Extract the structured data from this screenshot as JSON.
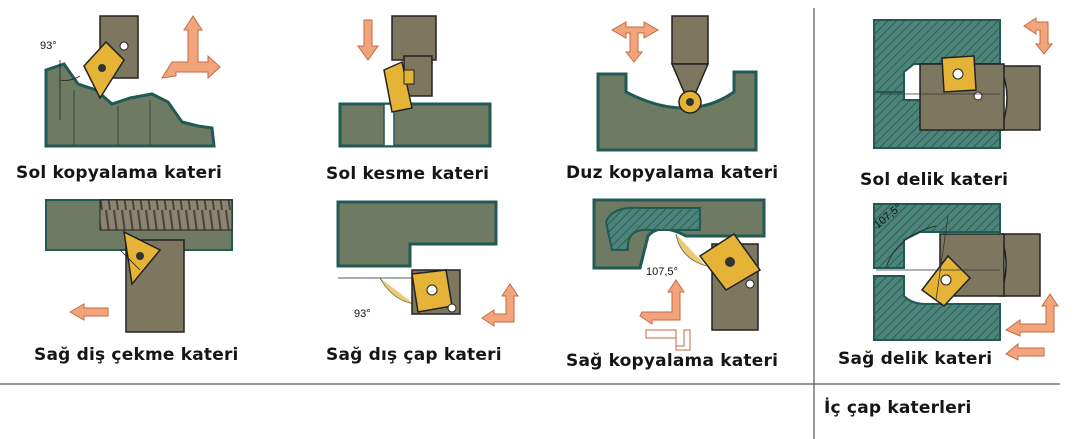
{
  "labels": {
    "sol_kopyalama": "Sol kopyalama kateri",
    "sol_kesme": "Sol kesme kateri",
    "duz_kopyalama": "Duz kopyalama kateri",
    "sol_delik": "Sol delik kateri",
    "sag_dis_cekme": "Sağ diş çekme kateri",
    "sag_dis_cap": "Sağ dış çap kateri",
    "sag_kopyalama": "Sağ kopyalama kateri",
    "sag_delik": "Sağ delik kateri",
    "ic_cap": "İç çap katerleri"
  },
  "angles": {
    "sol_kopyalama": "93°",
    "sag_dis_cap": "93°",
    "sag_kopyalama": "107,5°",
    "sag_delik": "107,5°"
  },
  "colors": {
    "workpiece": "#6f7a63",
    "outline": "#1f5a55",
    "insert": "#e5b437",
    "holder": "#7d7760",
    "arrow": "#f2a47d",
    "hatch": "#3f7268"
  }
}
